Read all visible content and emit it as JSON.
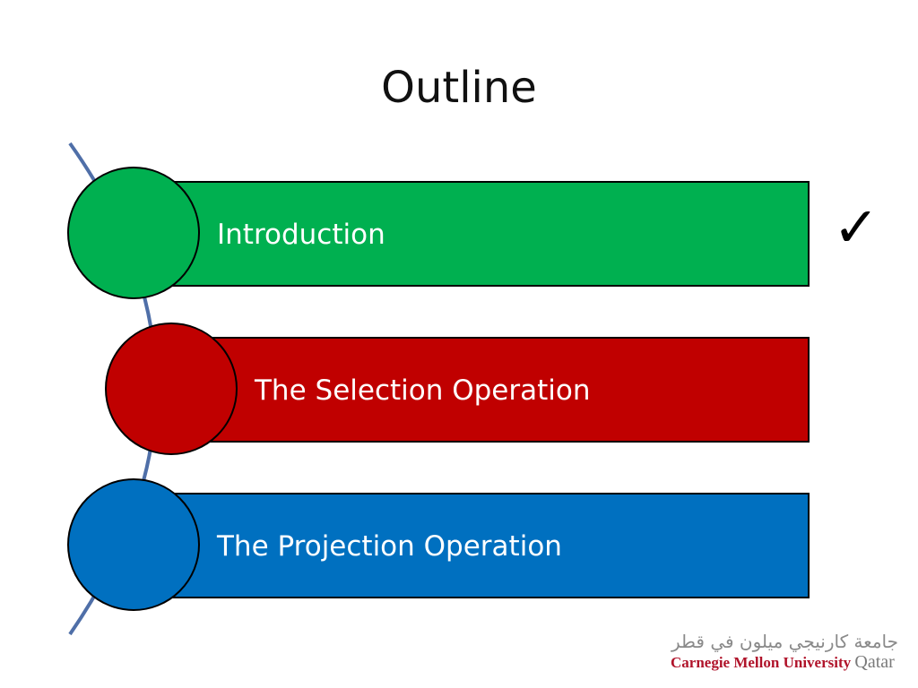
{
  "slide": {
    "title": "Outline",
    "check_mark": "✓"
  },
  "outline": {
    "items": [
      {
        "label": "Introduction",
        "color": "#00B050",
        "done": true
      },
      {
        "label": "The Selection Operation",
        "color": "#C00000",
        "done": false
      },
      {
        "label": "The Projection Operation",
        "color": "#0070C0",
        "done": false
      }
    ],
    "connector_color": "#4F6FA8"
  },
  "logo": {
    "arabic": "جامعة كارنيجي ميلون في قطر",
    "name": "Carnegie Mellon University",
    "place": "Qatar"
  }
}
